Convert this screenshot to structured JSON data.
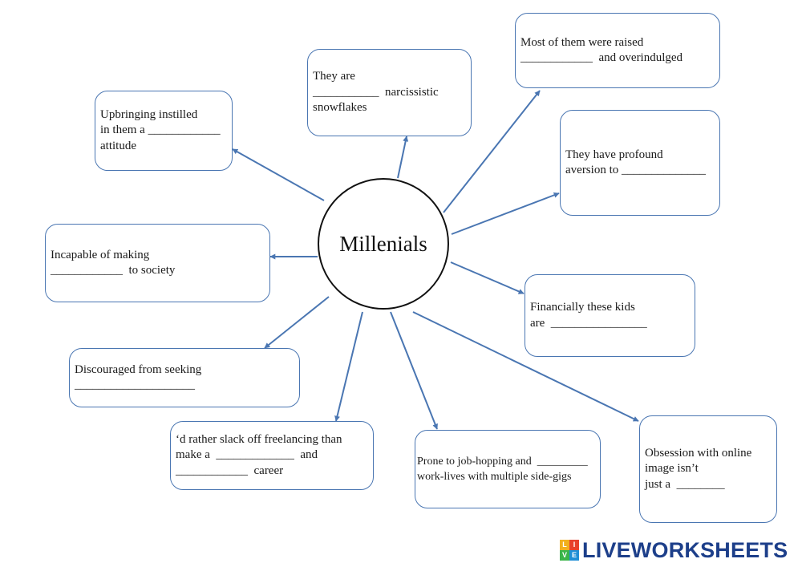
{
  "center": {
    "label": "Millenials"
  },
  "nodes": [
    {
      "id": "upbringing",
      "lines": [
        "Upbringing instilled",
        "in them a ____________",
        "attitude"
      ]
    },
    {
      "id": "they-are",
      "lines": [
        "They are",
        "___________  narcissistic",
        "snowflakes"
      ]
    },
    {
      "id": "raised",
      "lines": [
        "Most of them were raised",
        "____________  and overindulged"
      ]
    },
    {
      "id": "aversion",
      "lines": [
        "They have profound",
        "aversion to ______________"
      ]
    },
    {
      "id": "incapable",
      "lines": [
        "Incapable of making",
        "____________  to society"
      ]
    },
    {
      "id": "financially",
      "lines": [
        "Financially these kids",
        "are  ________________"
      ]
    },
    {
      "id": "discouraged",
      "lines": [
        "Discouraged from seeking",
        "____________________"
      ]
    },
    {
      "id": "slack-off",
      "lines": [
        "‘d rather slack off freelancing than",
        "make a  _____________  and",
        "____________  career"
      ]
    },
    {
      "id": "job-hopping",
      "lines": [
        "Prone to job-hopping and  _________",
        "work-lives with multiple side-gigs"
      ]
    },
    {
      "id": "obsession",
      "lines": [
        "Obsession with online",
        "image isn’t",
        "just a  ________"
      ]
    }
  ],
  "brand": {
    "wordmark": "LIVEWORKSHEETS",
    "icon_letters": [
      "L",
      "I",
      "V",
      "E"
    ],
    "icon_colors": [
      "#f2b01e",
      "#e8412c",
      "#3bb54a",
      "#1f8fd6"
    ],
    "wordmark_color": "#1d3f8a"
  },
  "colors": {
    "arrow": "#4a76b2",
    "box_border": "#4a76b2",
    "circle": "#111111"
  }
}
